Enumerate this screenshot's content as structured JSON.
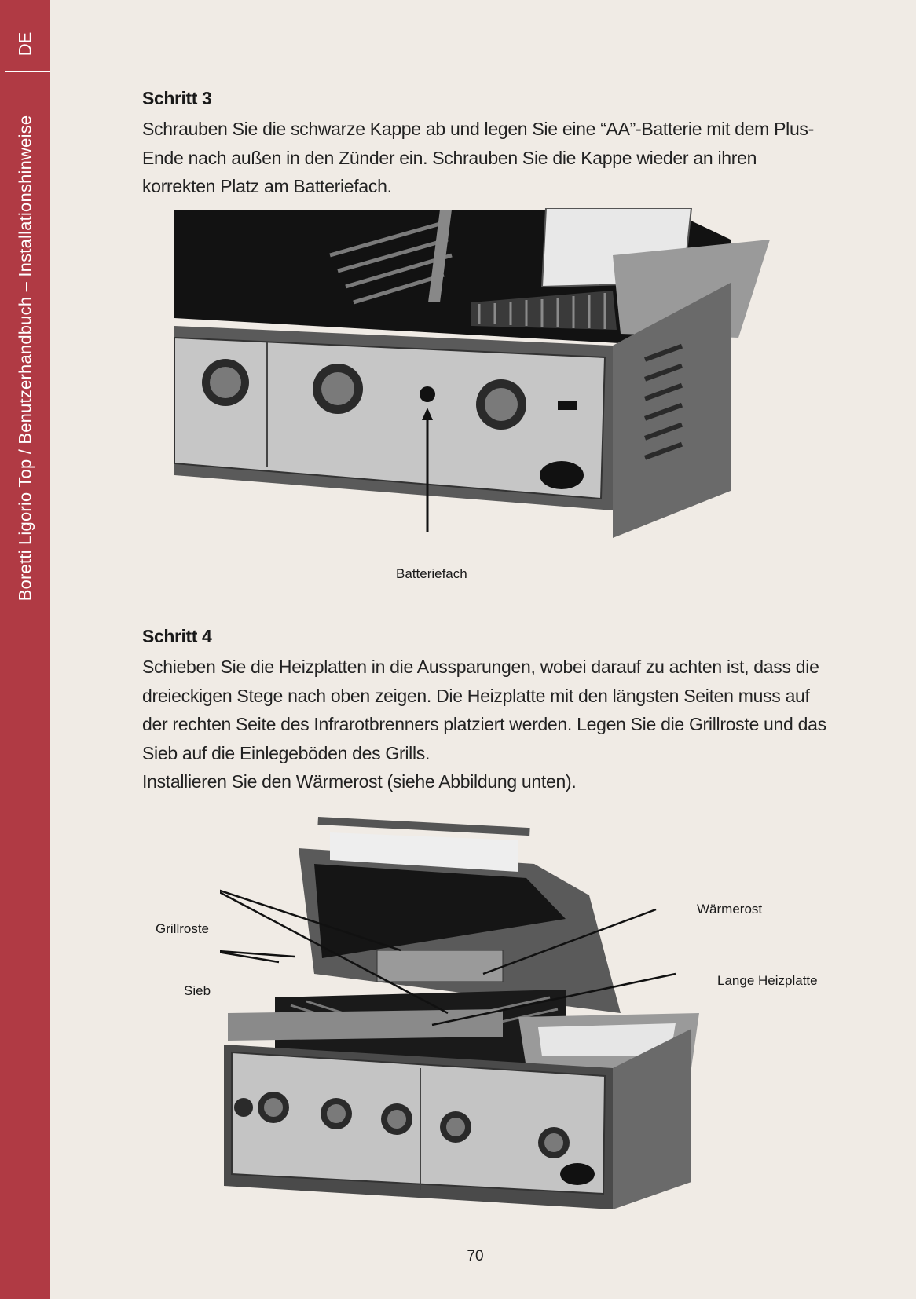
{
  "sidebar": {
    "lang": "DE",
    "title": "Boretti Ligorio Top / Benutzerhandbuch – Installationshinweise"
  },
  "step3": {
    "heading": "Schritt 3",
    "text": "Schrauben Sie die schwarze Kappe ab und legen Sie eine “AA”-Batterie mit dem Plus-Ende nach außen in den Zünder ein. Schrauben Sie die Kappe wieder an ihren korrekten Platz am Batteriefach.",
    "figure_label": "Batteriefach"
  },
  "step4": {
    "heading": "Schritt 4",
    "text": "Schieben Sie die Heizplatten in die Aussparungen, wobei darauf zu achten ist, dass die dreieckigen Stege nach oben zeigen. Die Heizplatte mit den längsten Seiten muss auf der rechten Seite des Infrarotbrenners platziert werden. Legen Sie die Grillroste und das Sieb auf die Einlegeböden des Grills.",
    "text2": "Installieren Sie den Wärmerost (siehe Abbildung unten).",
    "labels": {
      "grillroste": "Grillroste",
      "sieb": "Sieb",
      "waermerost": "Wärmerost",
      "heizplatte": "Lange Heizplatte"
    }
  },
  "page_number": "70"
}
